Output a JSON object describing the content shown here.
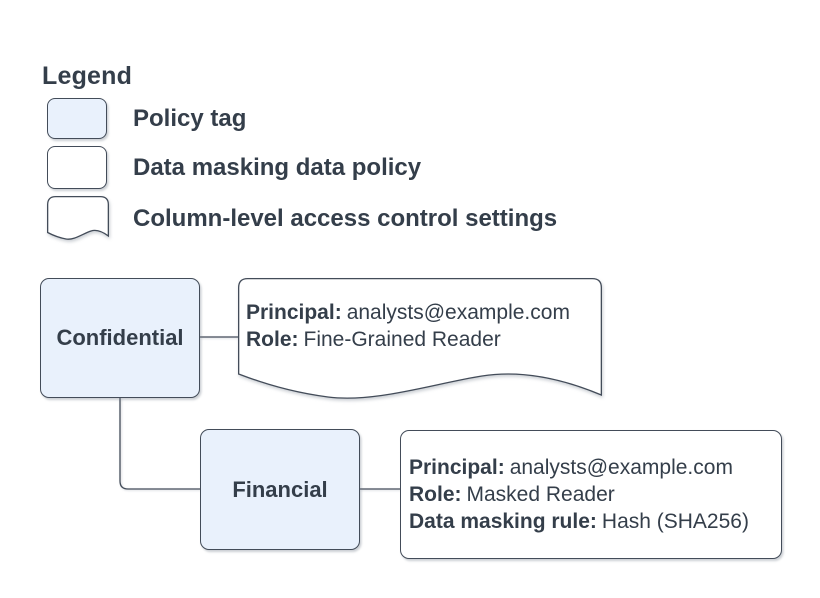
{
  "legend": {
    "title": "Legend",
    "items": [
      {
        "label": "Policy tag"
      },
      {
        "label": "Data masking data policy"
      },
      {
        "label": "Column-level access control settings"
      }
    ]
  },
  "nodes": {
    "confidential": {
      "label": "Confidential"
    },
    "financial": {
      "label": "Financial"
    },
    "fine_grained_policy": {
      "lines": [
        {
          "key": "Principal:",
          "value": "analysts@example.com"
        },
        {
          "key": "Role:",
          "value": "Fine-Grained Reader"
        }
      ]
    },
    "masked_policy": {
      "lines": [
        {
          "key": "Principal:",
          "value": "analysts@example.com"
        },
        {
          "key": "Role:",
          "value": "Masked Reader"
        },
        {
          "key": "Data masking rule:",
          "value": "Hash (SHA256)"
        }
      ]
    }
  },
  "colors": {
    "policy_tag_fill": "#e9f1fc",
    "shape_fill": "#ffffff",
    "stroke": "#434c59",
    "text": "#343e4a"
  }
}
